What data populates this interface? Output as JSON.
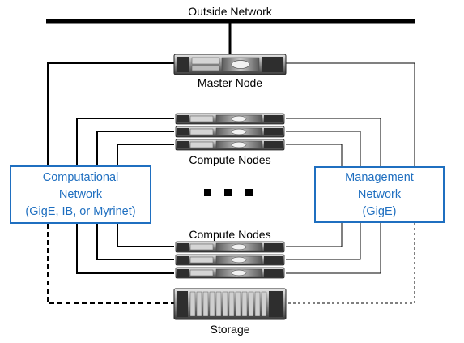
{
  "labels": {
    "outside_network": "Outside Network",
    "master_node": "Master Node",
    "compute_nodes_top": "Compute Nodes",
    "compute_nodes_bottom": "Compute Nodes",
    "storage": "Storage"
  },
  "computational_network": {
    "line1": "Computational",
    "line2": "Network",
    "line3": "(GigE, IB, or Myrinet)"
  },
  "management_network": {
    "line1": "Management",
    "line2": "Network",
    "line3": "(GigE)"
  },
  "icons": {
    "server": "rack-server-icon",
    "storage": "storage-array-icon",
    "ellipsis": "ellipsis-icon"
  },
  "colors": {
    "network_box": "#1f6fc0",
    "wire": "#000000"
  }
}
